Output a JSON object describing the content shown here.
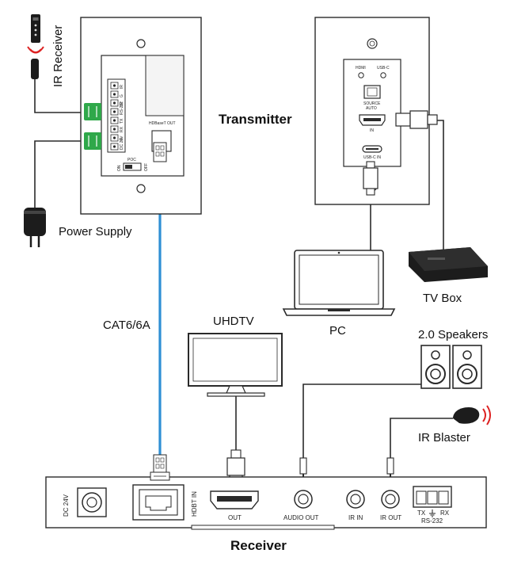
{
  "labels": {
    "ir_receiver": "IR Receiver",
    "power_supply": "Power Supply",
    "transmitter": "Transmitter",
    "tv_box": "TV Box",
    "pc": "PC",
    "cat": "CAT6/6A",
    "uhdtv": "UHDTV",
    "speakers": "2.0 Speakers",
    "ir_blaster": "IR Blaster",
    "receiver": "Receiver"
  },
  "receiver_ports": {
    "dc": "DC 24V",
    "hdbt_in": "HDBT IN",
    "out": "OUT",
    "audio_out": "AUDIO OUT",
    "ir_in": "IR IN",
    "ir_out": "IR OUT",
    "tx": "TX",
    "rx": "RX",
    "rs232": "RS-232"
  },
  "transmitter_ports": {
    "hdmi": "HDMI",
    "usbc": "USB-C",
    "source": "SOURCE",
    "auto": "AUTO",
    "in": "IN",
    "usbc_in": "USB-C IN"
  },
  "wallplate_back": {
    "hdbaset_out": "HDBaseT OUT",
    "poc": "POC",
    "on": "ON",
    "off": "OFF",
    "pin_labels": [
      "IR",
      "G",
      "IR",
      "RS-232",
      "TX",
      "RX",
      "G",
      "DC 24V"
    ]
  },
  "colors": {
    "cat_cable": "#2e8fd4",
    "connector_green": "#2fa84a",
    "outline": "#2a2a2a",
    "device_dark": "#1c1c1c"
  }
}
